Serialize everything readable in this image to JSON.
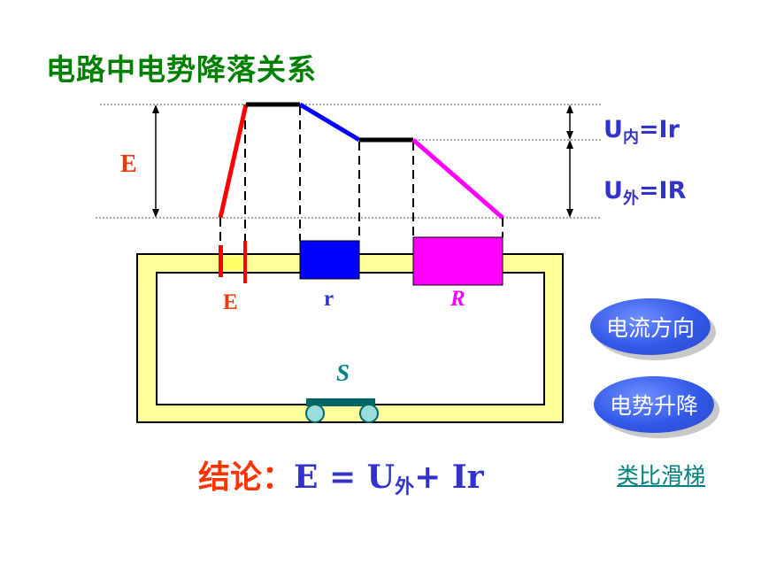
{
  "title": "电路中电势降落关系",
  "labels": {
    "emf_left": "E",
    "u_in_prefix": "U",
    "u_in_sub": "内",
    "u_in_suffix": "=Ir",
    "u_out_prefix": "U",
    "u_out_sub": "外",
    "u_out_suffix": "=IR",
    "battery": "E",
    "internal_resistor": "r",
    "external_resistor": "R",
    "switch": "S"
  },
  "buttons": {
    "current_direction": "电流方向",
    "potential_change": "电势升降"
  },
  "conclusion": {
    "label": "结论：",
    "lhs": "E = U",
    "sub": "外",
    "rhs": "+ Ir"
  },
  "link": "类比滑梯",
  "colors": {
    "title": "#008000",
    "battery": "#ff0000",
    "internal": "#0000ff",
    "external": "#ff00ff",
    "wire": "#ffff99",
    "formula": "#3333cc"
  }
}
